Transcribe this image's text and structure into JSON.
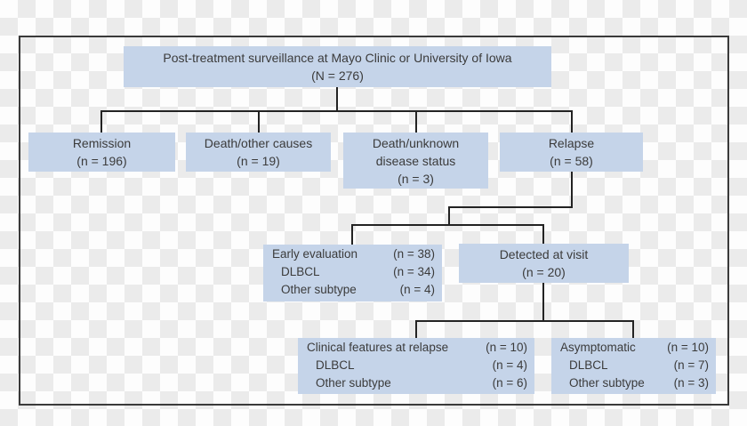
{
  "figure": {
    "boxes": {
      "title": {
        "lines": [
          "Post-treatment surveillance at Mayo Clinic or University of Iowa",
          "(N = 276)"
        ]
      },
      "remission": {
        "lines": [
          "Remission",
          "(n = 196)"
        ]
      },
      "death_other": {
        "lines": [
          "Death/other causes",
          "(n = 19)"
        ]
      },
      "death_unknown": {
        "lines": [
          "Death/unknown",
          "disease status",
          "(n = 3)"
        ]
      },
      "relapse": {
        "lines": [
          "Relapse",
          "(n = 58)"
        ]
      },
      "early_evaluation": {
        "rows": [
          {
            "label": "Early evaluation",
            "value": "(n = 38)"
          },
          {
            "label": "DLBCL",
            "value": "(n = 34)"
          },
          {
            "label": "Other subtype",
            "value": "(n = 4)"
          }
        ]
      },
      "detected_at_visit": {
        "lines": [
          "Detected at visit",
          "(n = 20)"
        ]
      },
      "clinical_features": {
        "rows": [
          {
            "label": "Clinical features at relapse",
            "value": "(n = 10)"
          },
          {
            "label": "DLBCL",
            "value": "(n = 4)"
          },
          {
            "label": "Other subtype",
            "value": "(n = 6)"
          }
        ]
      },
      "asymptomatic": {
        "rows": [
          {
            "label": "Asymptomatic",
            "value": "(n = 10)"
          },
          {
            "label": "DLBCL",
            "value": "(n = 7)"
          },
          {
            "label": "Other subtype",
            "value": "(n = 3)"
          }
        ]
      }
    }
  },
  "colors": {
    "box_fill": "#c5d4e9",
    "text_color": "#3b3b3b",
    "line_color": "#232323",
    "frame_color": "#3a3a3a",
    "checker_light": "#fdfdfd",
    "checker_dark": "#ebebeb"
  }
}
